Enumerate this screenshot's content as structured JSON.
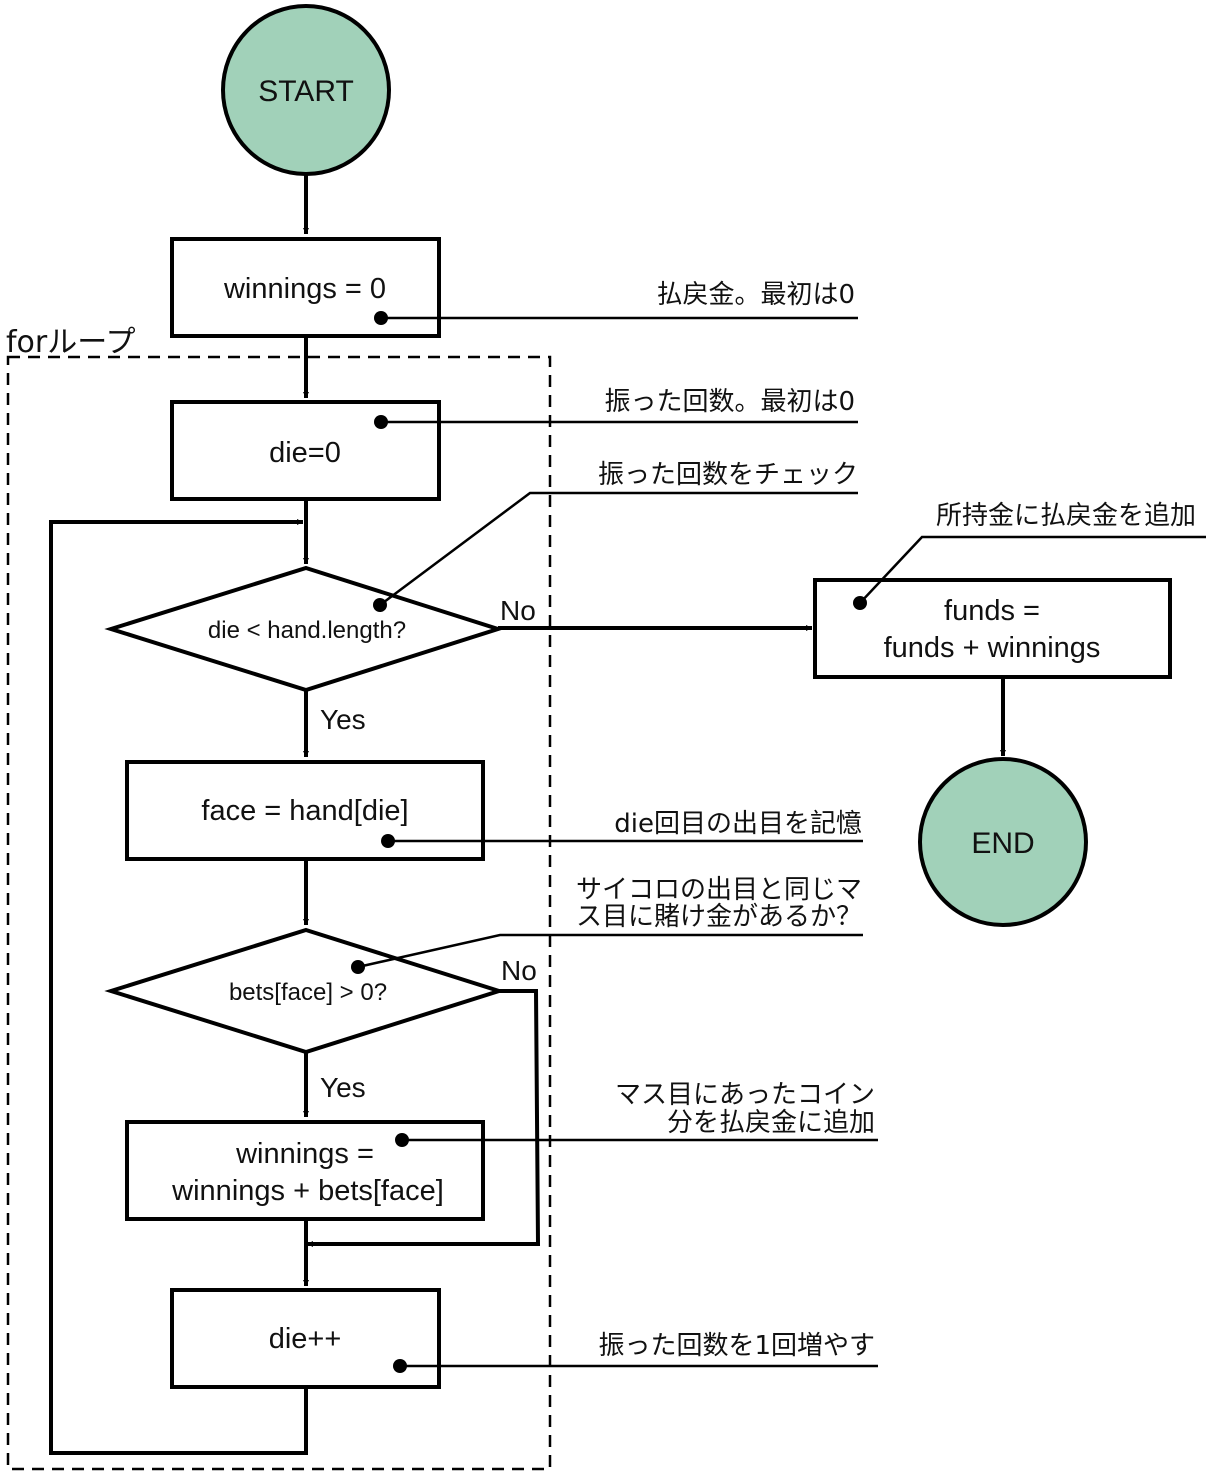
{
  "diagram": {
    "colors": {
      "terminal_fill": "#a1d1b9",
      "stroke": "#000000",
      "background": "#ffffff"
    },
    "loop_label": "forループ",
    "nodes": {
      "start": "START",
      "init_winnings": "winnings = 0",
      "init_die": "die=0",
      "check_die": "die < hand.length?",
      "face": "face = hand[die]",
      "check_bets": "bets[face] > 0?",
      "add_winnings_1": "winnings =",
      "add_winnings_2": "winnings + bets[face]",
      "increment": "die++",
      "funds_1": "funds =",
      "funds_2": "funds + winnings",
      "end": "END"
    },
    "edge_labels": {
      "check_die_no": "No",
      "check_die_yes": "Yes",
      "check_bets_no": "No",
      "check_bets_yes": "Yes"
    },
    "notes": {
      "winnings_init": "払戻金。最初は0",
      "die_init": "振った回数。最初は0",
      "die_check": "振った回数をチェック",
      "funds_add": "所持金に払戻金を追加",
      "face_store": "die回目の出目を記憶",
      "bets_check_1": "サイコロの出目と同じマ",
      "bets_check_2": "ス目に賭け金があるか？",
      "winnings_add_1": "マス目にあったコイン",
      "winnings_add_2": "分を払戻金に追加",
      "die_increment": "振った回数を1回増やす"
    }
  }
}
